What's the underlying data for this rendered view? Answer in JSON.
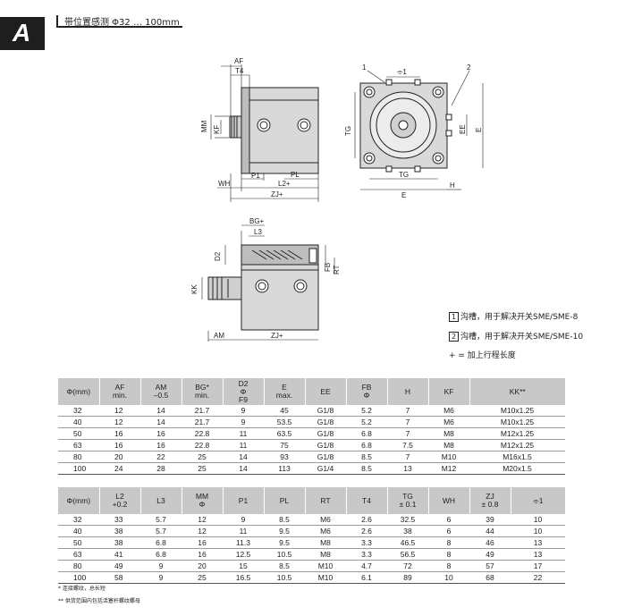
{
  "section_tab": "A",
  "section_title": "带位置感测 Φ32 … 100mm",
  "drawing_labels": {
    "front": [
      "AF",
      "T4",
      "MM",
      "KF",
      "P1",
      "PL",
      "WH",
      "L2+",
      "ZJ+"
    ],
    "end": [
      "1",
      "2",
      "⌯1",
      "TG",
      "EE",
      "E",
      "TG",
      "E",
      "H"
    ],
    "section": [
      "BG+",
      "L3",
      "D2",
      "FB",
      "RT",
      "KK",
      "AM",
      "ZJ+"
    ]
  },
  "legend": {
    "items": [
      {
        "num": "1",
        "text": "沟槽，用于解决开关SME/SME-8"
      },
      {
        "num": "2",
        "text": "沟槽，用于解决开关SME/SME-10"
      }
    ],
    "plus_note": "+ = 加上行程长度"
  },
  "table1": {
    "headers": [
      [
        "Φ(mm)"
      ],
      [
        "AF",
        "min."
      ],
      [
        "AM",
        "–0.5"
      ],
      [
        "BG*",
        "min."
      ],
      [
        "D2",
        "Φ",
        "F9"
      ],
      [
        "E",
        "max."
      ],
      [
        "EE"
      ],
      [
        "FB",
        "Φ"
      ],
      [
        "H"
      ],
      [
        "KF"
      ],
      [
        "KK**"
      ]
    ],
    "rows": [
      [
        "32",
        "12",
        "14",
        "21.7",
        "9",
        "45",
        "G1/8",
        "5.2",
        "7",
        "M6",
        "M10x1.25"
      ],
      [
        "40",
        "12",
        "14",
        "21.7",
        "9",
        "53.5",
        "G1/8",
        "5.2",
        "7",
        "M6",
        "M10x1.25"
      ],
      [
        "50",
        "16",
        "16",
        "22.8",
        "11",
        "63.5",
        "G1/8",
        "6.8",
        "7",
        "M8",
        "M12x1.25"
      ],
      [
        "63",
        "16",
        "16",
        "22.8",
        "11",
        "75",
        "G1/8",
        "6.8",
        "7.5",
        "M8",
        "M12x1.25"
      ],
      [
        "80",
        "20",
        "22",
        "25",
        "14",
        "93",
        "G1/8",
        "8.5",
        "7",
        "M10",
        "M16x1.5"
      ],
      [
        "100",
        "24",
        "28",
        "25",
        "14",
        "113",
        "G1/4",
        "8.5",
        "13",
        "M12",
        "M20x1.5"
      ]
    ]
  },
  "table2": {
    "headers": [
      [
        "Φ(mm)"
      ],
      [
        "L2",
        "+0.2"
      ],
      [
        "L3"
      ],
      [
        "MM",
        "Φ"
      ],
      [
        "P1"
      ],
      [
        "PL"
      ],
      [
        "RT"
      ],
      [
        "T4"
      ],
      [
        "TG",
        "± 0.1"
      ],
      [
        "WH"
      ],
      [
        "ZJ",
        "± 0.8"
      ],
      [
        "⌯1"
      ]
    ],
    "rows": [
      [
        "32",
        "33",
        "5.7",
        "12",
        "9",
        "8.5",
        "M6",
        "2.6",
        "32.5",
        "6",
        "39",
        "10"
      ],
      [
        "40",
        "38",
        "5.7",
        "12",
        "11",
        "9.5",
        "M6",
        "2.6",
        "38",
        "6",
        "44",
        "10"
      ],
      [
        "50",
        "38",
        "6.8",
        "16",
        "11.3",
        "9.5",
        "M8",
        "3.3",
        "46.5",
        "8",
        "46",
        "13"
      ],
      [
        "63",
        "41",
        "6.8",
        "16",
        "12.5",
        "10.5",
        "M8",
        "3.3",
        "56.5",
        "8",
        "49",
        "13"
      ],
      [
        "80",
        "49",
        "9",
        "20",
        "15",
        "8.5",
        "M10",
        "4.7",
        "72",
        "8",
        "57",
        "17"
      ],
      [
        "100",
        "58",
        "9",
        "25",
        "16.5",
        "10.5",
        "M10",
        "6.1",
        "89",
        "10",
        "68",
        "22"
      ]
    ]
  },
  "footnotes": [
    "* 连接螺纹，总长短",
    "** 供货范围内包括活塞杆螺纹螺母"
  ]
}
